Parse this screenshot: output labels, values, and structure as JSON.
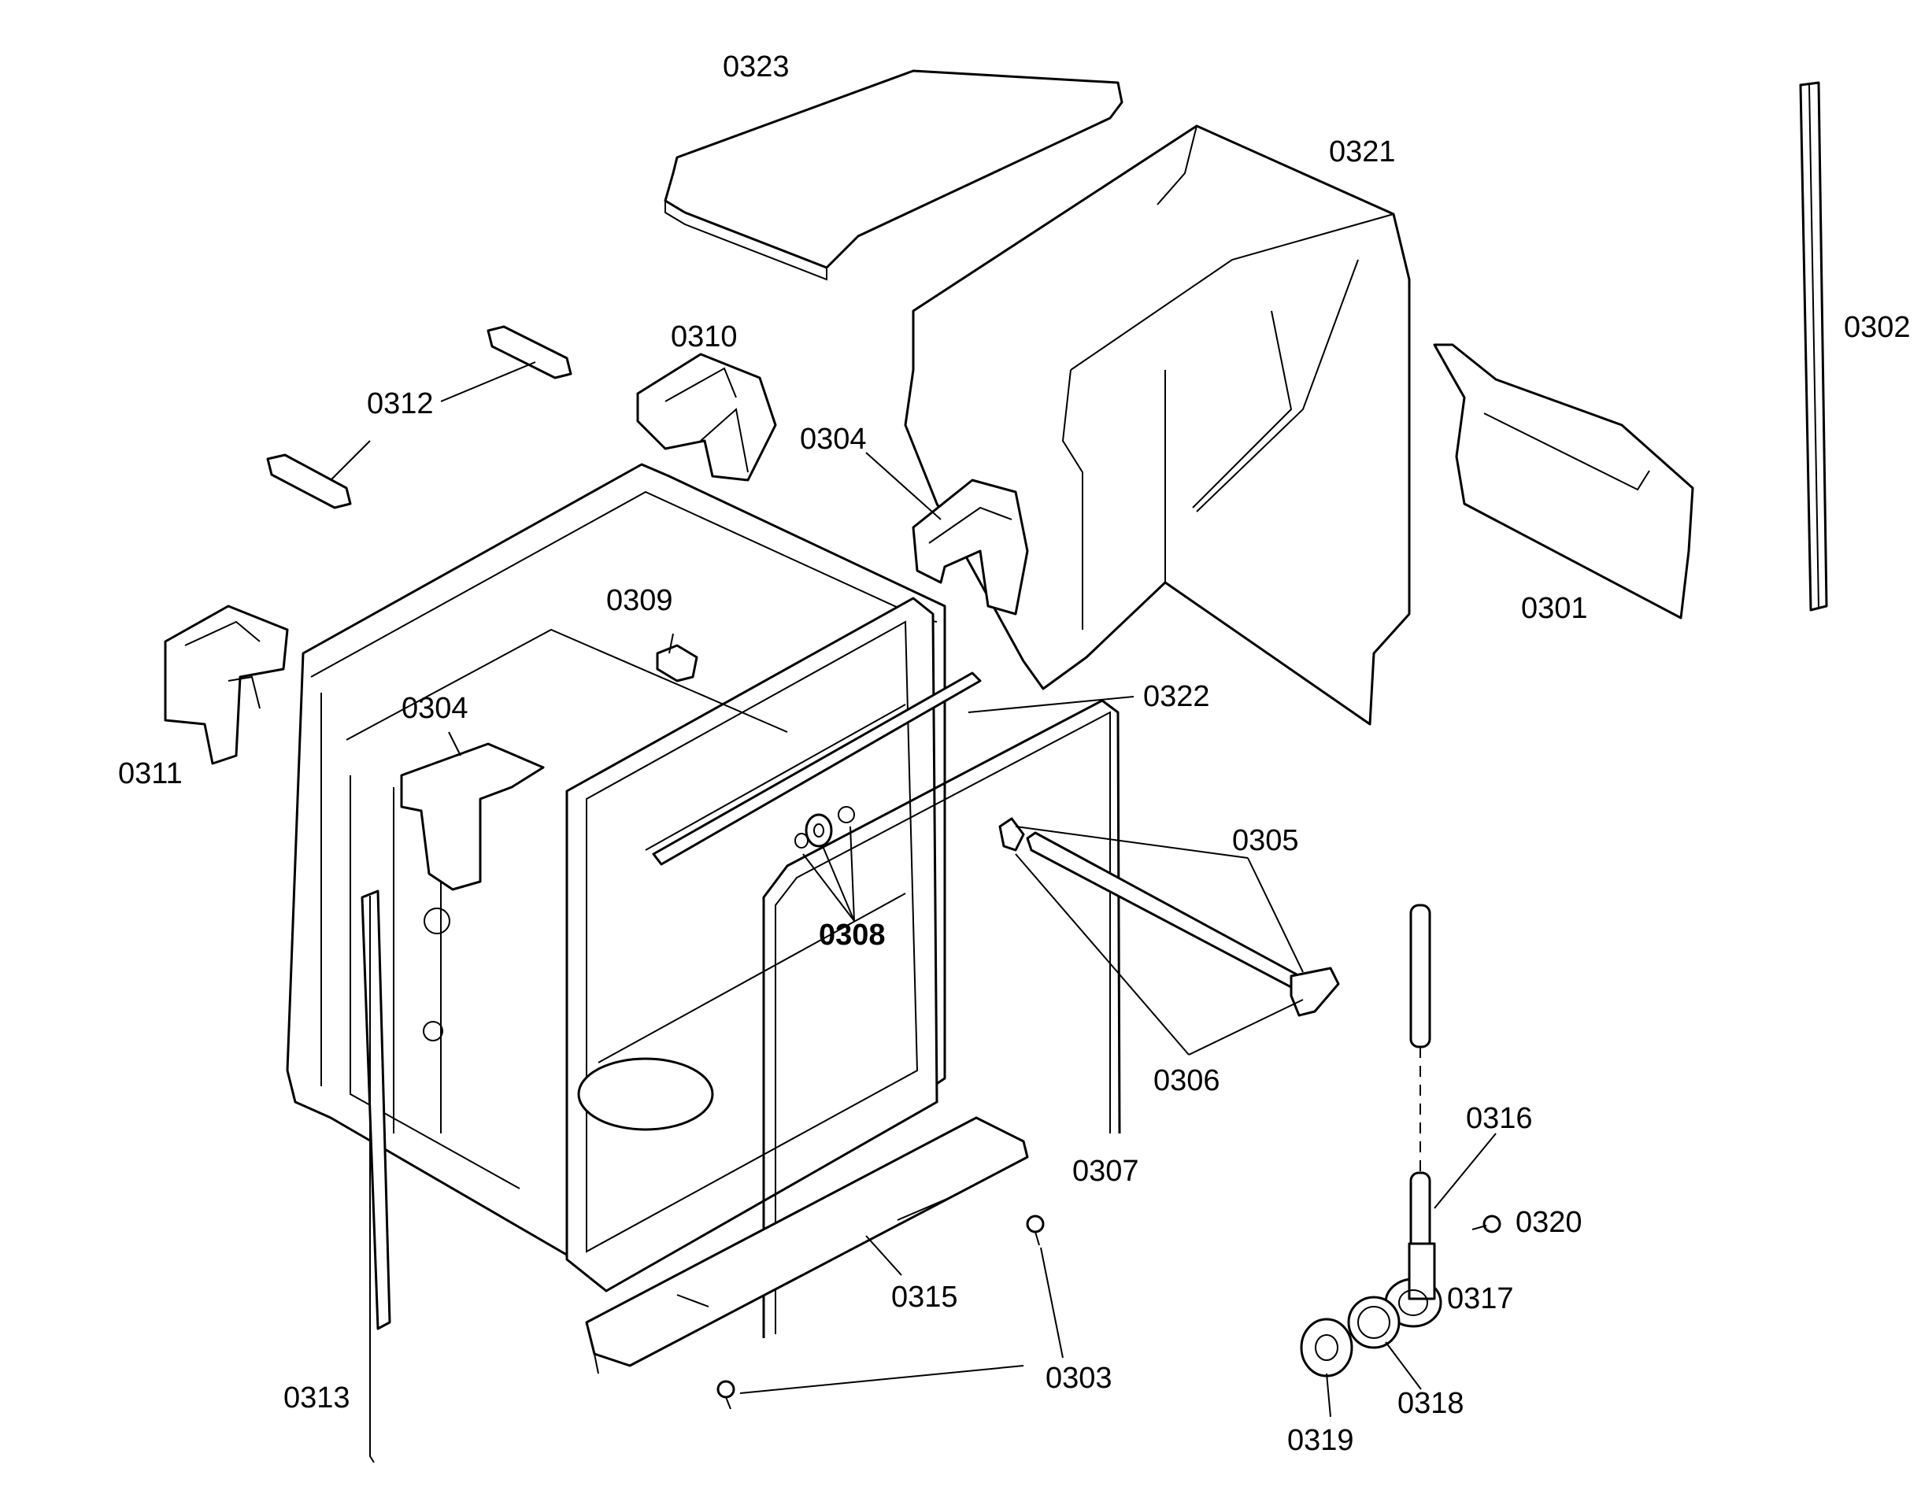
{
  "labels": {
    "p0323": "0323",
    "p0321": "0321",
    "p0302": "0302",
    "p0310": "0310",
    "p0312": "0312",
    "p0304a": "0304",
    "p0301": "0301",
    "p0309": "0309",
    "p0304b": "0304",
    "p0322": "0322",
    "p0311": "0311",
    "p0305": "0305",
    "p0308": "0308",
    "p0306": "0306",
    "p0316": "0316",
    "p0307": "0307",
    "p0320": "0320",
    "p0315": "0315",
    "p0317": "0317",
    "p0303": "0303",
    "p0318": "0318",
    "p0313": "0313",
    "p0319": "0319"
  }
}
